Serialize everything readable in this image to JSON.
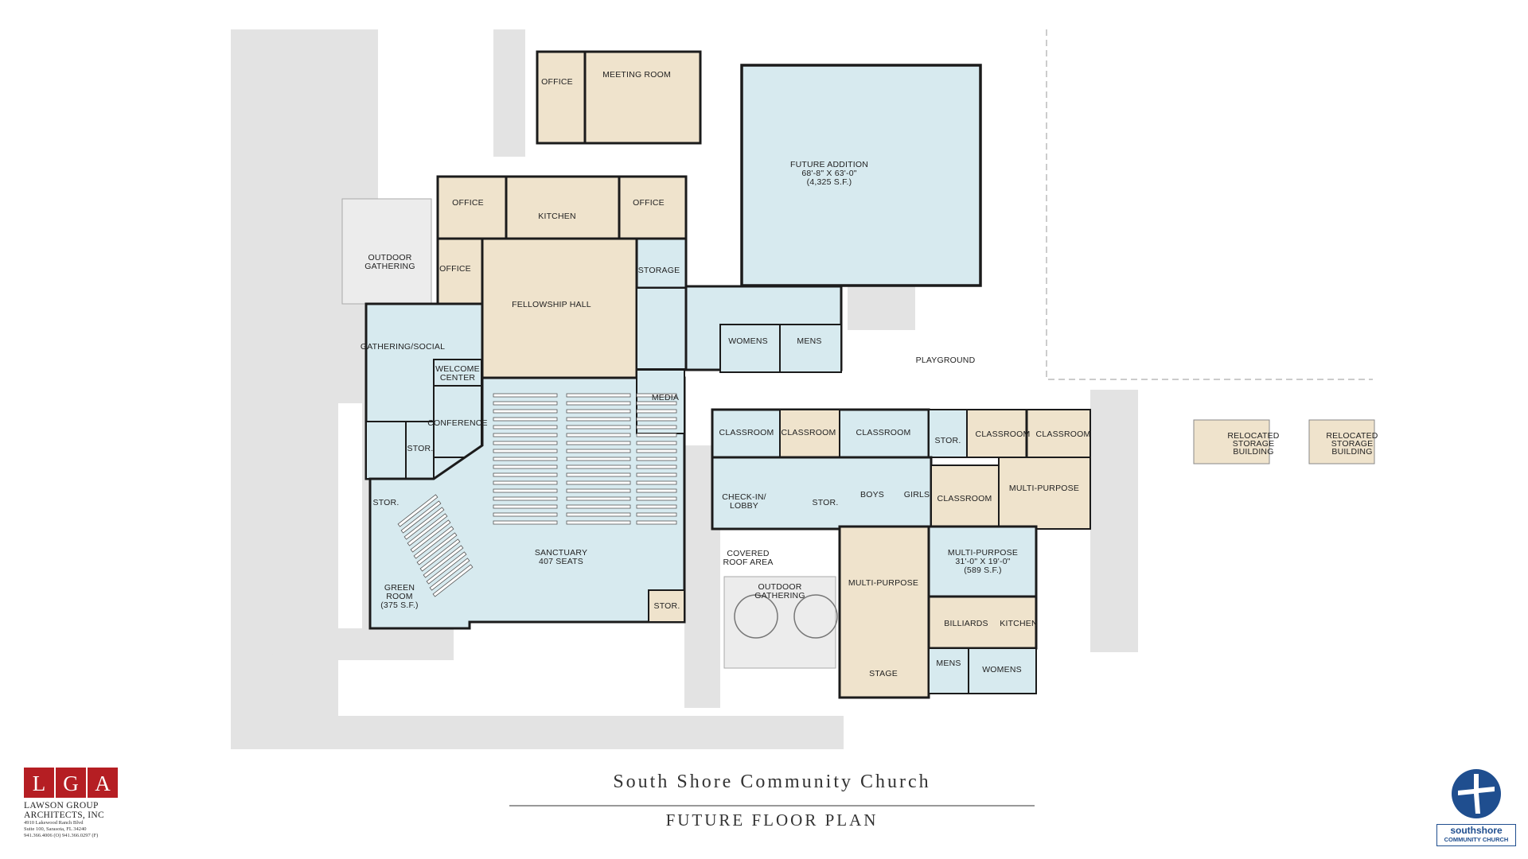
{
  "title": "South Shore Community Church",
  "subtitle": "FUTURE FLOOR PLAN",
  "architect": {
    "logo_letters": [
      "L",
      "G",
      "A"
    ],
    "name_line1": "LAWSON GROUP",
    "name_line2": "ARCHITECTS, INC",
    "address_line1": "4910 Lakewood Ranch Blvd",
    "address_line2": "Suite 100, Sarasota, FL 34240",
    "phone": "941.366.4006 (O)  941.366.0297 (F)"
  },
  "church_logo": {
    "name": "southshore",
    "tagline": "COMMUNITY CHURCH"
  },
  "rooms": {
    "office_top": "OFFICE",
    "meeting_room": "MEETING ROOM",
    "future_addition": [
      "FUTURE ADDITION",
      "68'-8\" X 63'-0\"",
      "(4,325 S.F.)"
    ],
    "office_left": "OFFICE",
    "kitchen": "KITCHEN",
    "office_right": "OFFICE",
    "outdoor_gathering_top": [
      "OUTDOOR",
      "GATHERING"
    ],
    "office_mid": "OFFICE",
    "storage": "STORAGE",
    "fellowship_hall": "FELLOWSHIP HALL",
    "gathering_social": "GATHERING/SOCIAL",
    "welcome_center": [
      "WELCOME",
      "CENTER"
    ],
    "womens_top": "WOMENS",
    "mens_top": "MENS",
    "playground": "PLAYGROUND",
    "media": "MEDIA",
    "conference": "CONFERENCE",
    "stor_left": "STOR.",
    "classroom_1": "CLASSROOM",
    "classroom_2": "CLASSROOM",
    "classroom_3": "CLASSROOM",
    "stor_c": "STOR.",
    "classroom_4": "CLASSROOM",
    "classroom_5": "CLASSROOM",
    "relocated_storage_1": [
      "RELOCATED",
      "STORAGE",
      "BUILDING"
    ],
    "relocated_storage_2": [
      "RELOCATED",
      "STORAGE",
      "BUILDING"
    ],
    "stor_green": "STOR.",
    "check_in_lobby": [
      "CHECK-IN/",
      "LOBBY"
    ],
    "stor_lobby": "STOR.",
    "boys": "BOYS",
    "girls": "GIRLS",
    "classroom_6": "CLASSROOM",
    "multi_purpose_right": "MULTI-PURPOSE",
    "sanctuary": [
      "SANCTUARY",
      "407 SEATS"
    ],
    "covered_roof": [
      "COVERED",
      "ROOF AREA"
    ],
    "multi_purpose_sized": [
      "MULTI-PURPOSE",
      "31'-0\" X 19'-0\"",
      "(589 S.F.)"
    ],
    "green_room": [
      "GREEN",
      "ROOM",
      "(375 S.F.)"
    ],
    "outdoor_gathering_bottom": [
      "OUTDOOR",
      "GATHERING"
    ],
    "multi_purpose_big": "MULTI-PURPOSE",
    "stor_sanctuary": "STOR.",
    "billiards": "BILLIARDS",
    "kitchen_small": "KITCHEN",
    "stage": "STAGE",
    "mens_bottom": "MENS",
    "womens_bottom": "WOMENS"
  },
  "colors": {
    "blue_space": "#d7eaef",
    "tan_space": "#efe3cc",
    "site_gray": "#e3e3e3",
    "logo_red": "#b51e23",
    "logo_blue": "#1f4e8f"
  }
}
